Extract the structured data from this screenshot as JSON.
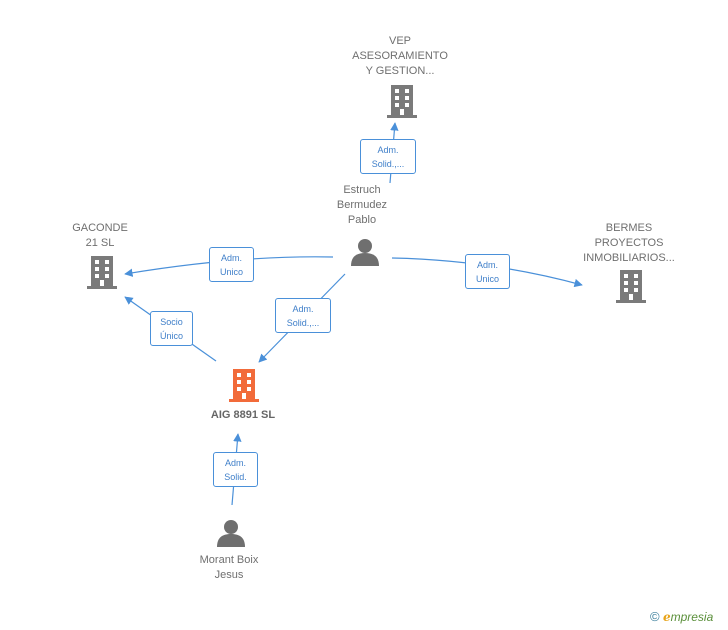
{
  "nodes": {
    "vep": {
      "label": "VEP\nASESORAMIENTO\nY GESTION...",
      "kind": "company"
    },
    "gaconde": {
      "label": "GACONDE\n21  SL",
      "kind": "company"
    },
    "bermes": {
      "label": "BERMES\nPROYECTOS\nINMOBILIARIOS...",
      "kind": "company"
    },
    "aig": {
      "label": "AIG 8891  SL",
      "kind": "company-target"
    },
    "estruch": {
      "label": "Estruch\nBermudez\nPablo",
      "kind": "person"
    },
    "morant": {
      "label": "Morant Boix\nJesus",
      "kind": "person"
    }
  },
  "edges": {
    "estruch_vep": {
      "label": "Adm.\nSolid.,..."
    },
    "estruch_gaconde": {
      "label": "Adm.\nUnico"
    },
    "estruch_bermes": {
      "label": "Adm.\nUnico"
    },
    "estruch_aig": {
      "label": "Adm.\nSolid.,..."
    },
    "aig_gaconde": {
      "label": "Socio\nÚnico"
    },
    "morant_aig": {
      "label": "Adm.\nSolid."
    }
  },
  "colors": {
    "edge": "#4a90d9",
    "company": "#7a7a7a",
    "target": "#f26b3a",
    "person": "#6f6f6f"
  },
  "brand": {
    "copyright": "©",
    "initial": "e",
    "rest": "mpresia"
  }
}
